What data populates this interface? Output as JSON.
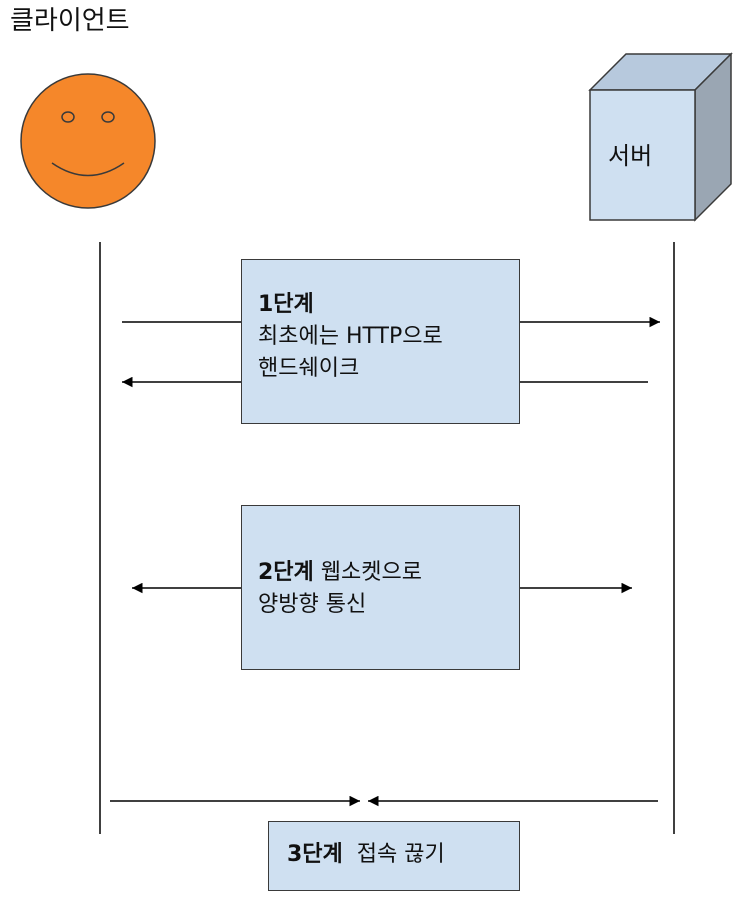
{
  "diagram": {
    "client_label": "클라이언트",
    "server_label": "서버",
    "step1": {
      "bold": "1단계",
      "line1": "최초에는 HTTP으로",
      "line2": "핸드쉐이크"
    },
    "step2": {
      "bold": "2단계",
      "line1_rest": "웹소켓으로",
      "line2": "양방향 통신"
    },
    "step3": {
      "bold": "3단계",
      "rest": "접속 끊기"
    }
  },
  "colors": {
    "face": "#f5872a",
    "face_outline": "#3a3a3a",
    "box_fill": "#cfe0f1",
    "server_front": "#cfe0f1",
    "server_top": "#b7c9dd",
    "server_side": "#9aa6b3",
    "line": "#000000"
  },
  "icons": {
    "client": "smiley-face-icon",
    "server": "server-cube-icon"
  }
}
